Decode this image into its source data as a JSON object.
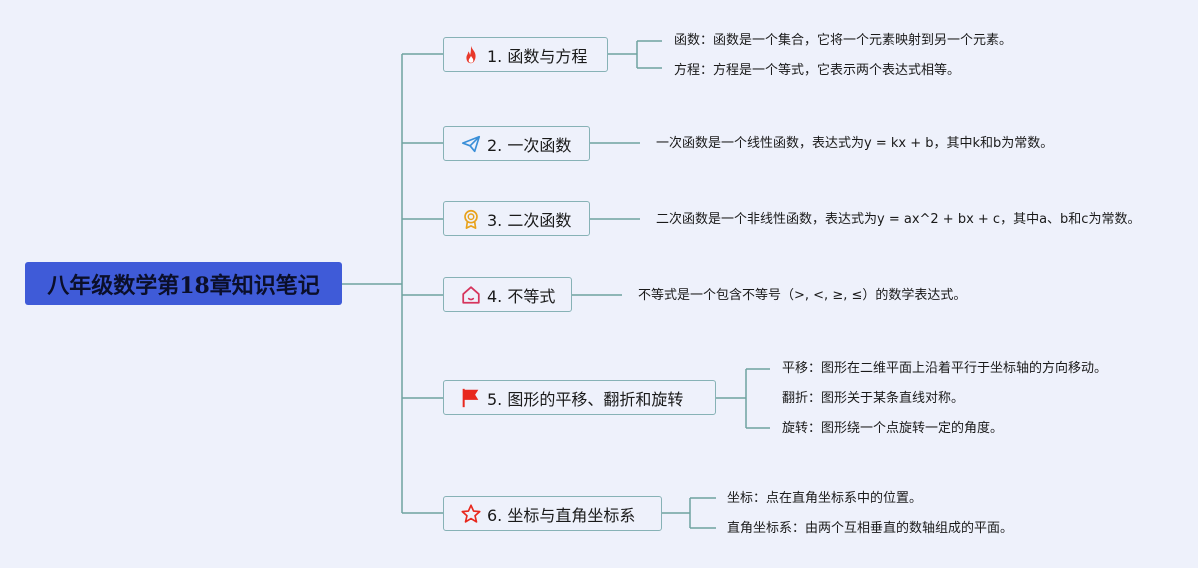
{
  "root": {
    "title": "八年级数学第18章知识笔记"
  },
  "topics": [
    {
      "label": "1. 函数与方程",
      "icon": "fire-icon",
      "notes": [
        "函数：函数是一个集合，它将一个元素映射到另一个元素。",
        "方程：方程是一个等式，它表示两个表达式相等。"
      ]
    },
    {
      "label": "2. 一次函数",
      "icon": "paper-plane-icon",
      "notes": [
        "一次函数是一个线性函数，表达式为y = kx + b，其中k和b为常数。"
      ]
    },
    {
      "label": "3. 二次函数",
      "icon": "award-medal-icon",
      "notes": [
        "二次函数是一个非线性函数，表达式为y = ax^2 + bx + c，其中a、b和c为常数。"
      ]
    },
    {
      "label": "4. 不等式",
      "icon": "house-icon",
      "notes": [
        "不等式是一个包含不等号（>, <, ≥, ≤）的数学表达式。"
      ]
    },
    {
      "label": "5. 图形的平移、翻折和旋转",
      "icon": "flag-icon",
      "notes": [
        "平移：图形在二维平面上沿着平行于坐标轴的方向移动。",
        "翻折：图形关于某条直线对称。",
        "旋转：图形绕一个点旋转一定的角度。"
      ]
    },
    {
      "label": "6. 坐标与直角坐标系",
      "icon": "star-icon",
      "notes": [
        "坐标：点在直角坐标系中的位置。",
        "直角坐标系：由两个互相垂直的数轴组成的平面。"
      ]
    }
  ],
  "colors": {
    "background": "#eef1fb",
    "root": "#3f5bd8",
    "line": "#6fa3a0",
    "topic_border": "#87b2b6"
  }
}
